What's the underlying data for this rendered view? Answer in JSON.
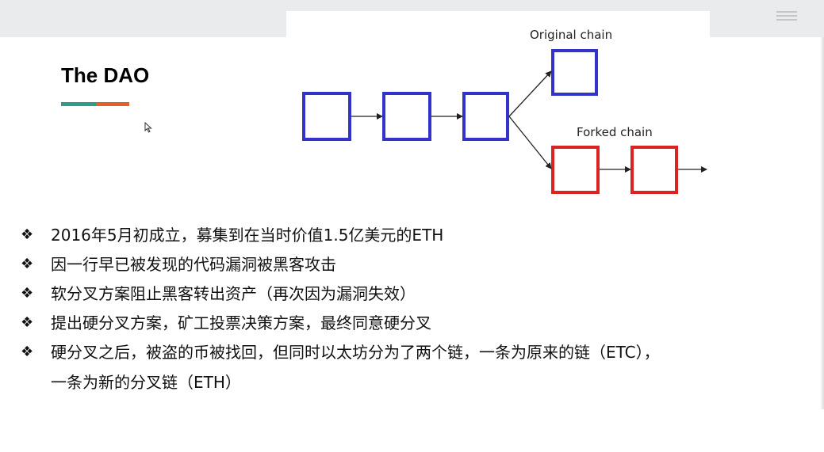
{
  "slide": {
    "title": "The DAO",
    "underline_colors": [
      "#2f9b8c",
      "#e0622a"
    ],
    "bullet_glyph": "❖",
    "bullets": [
      {
        "line1": "2016年5月初成立，募集到在当时价值1.5亿美元的ETH",
        "line2": ""
      },
      {
        "line1": "因一行早已被发现的代码漏洞被黑客攻击",
        "line2": ""
      },
      {
        "line1": "软分叉方案阻止黑客转出资产（再次因为漏洞失效）",
        "line2": ""
      },
      {
        "line1": "提出硬分叉方案，矿工投票决策方案，最终同意硬分叉",
        "line2": ""
      },
      {
        "line1": "硬分叉之后，被盗的币被找回，但同时以太坊分为了两个链，一条为原来的链（ETC），",
        "line2": "一条为新的分叉链（ETH）"
      }
    ]
  },
  "diagram": {
    "original_label": "Original chain",
    "forked_label": "Forked chain",
    "original_color": "#3333cc",
    "forked_color": "#dd2222",
    "arrow_color": "#222222"
  },
  "window": {
    "menu_icon": "hamburger-menu-icon",
    "cursor_icon": "mouse-pointer-icon"
  }
}
